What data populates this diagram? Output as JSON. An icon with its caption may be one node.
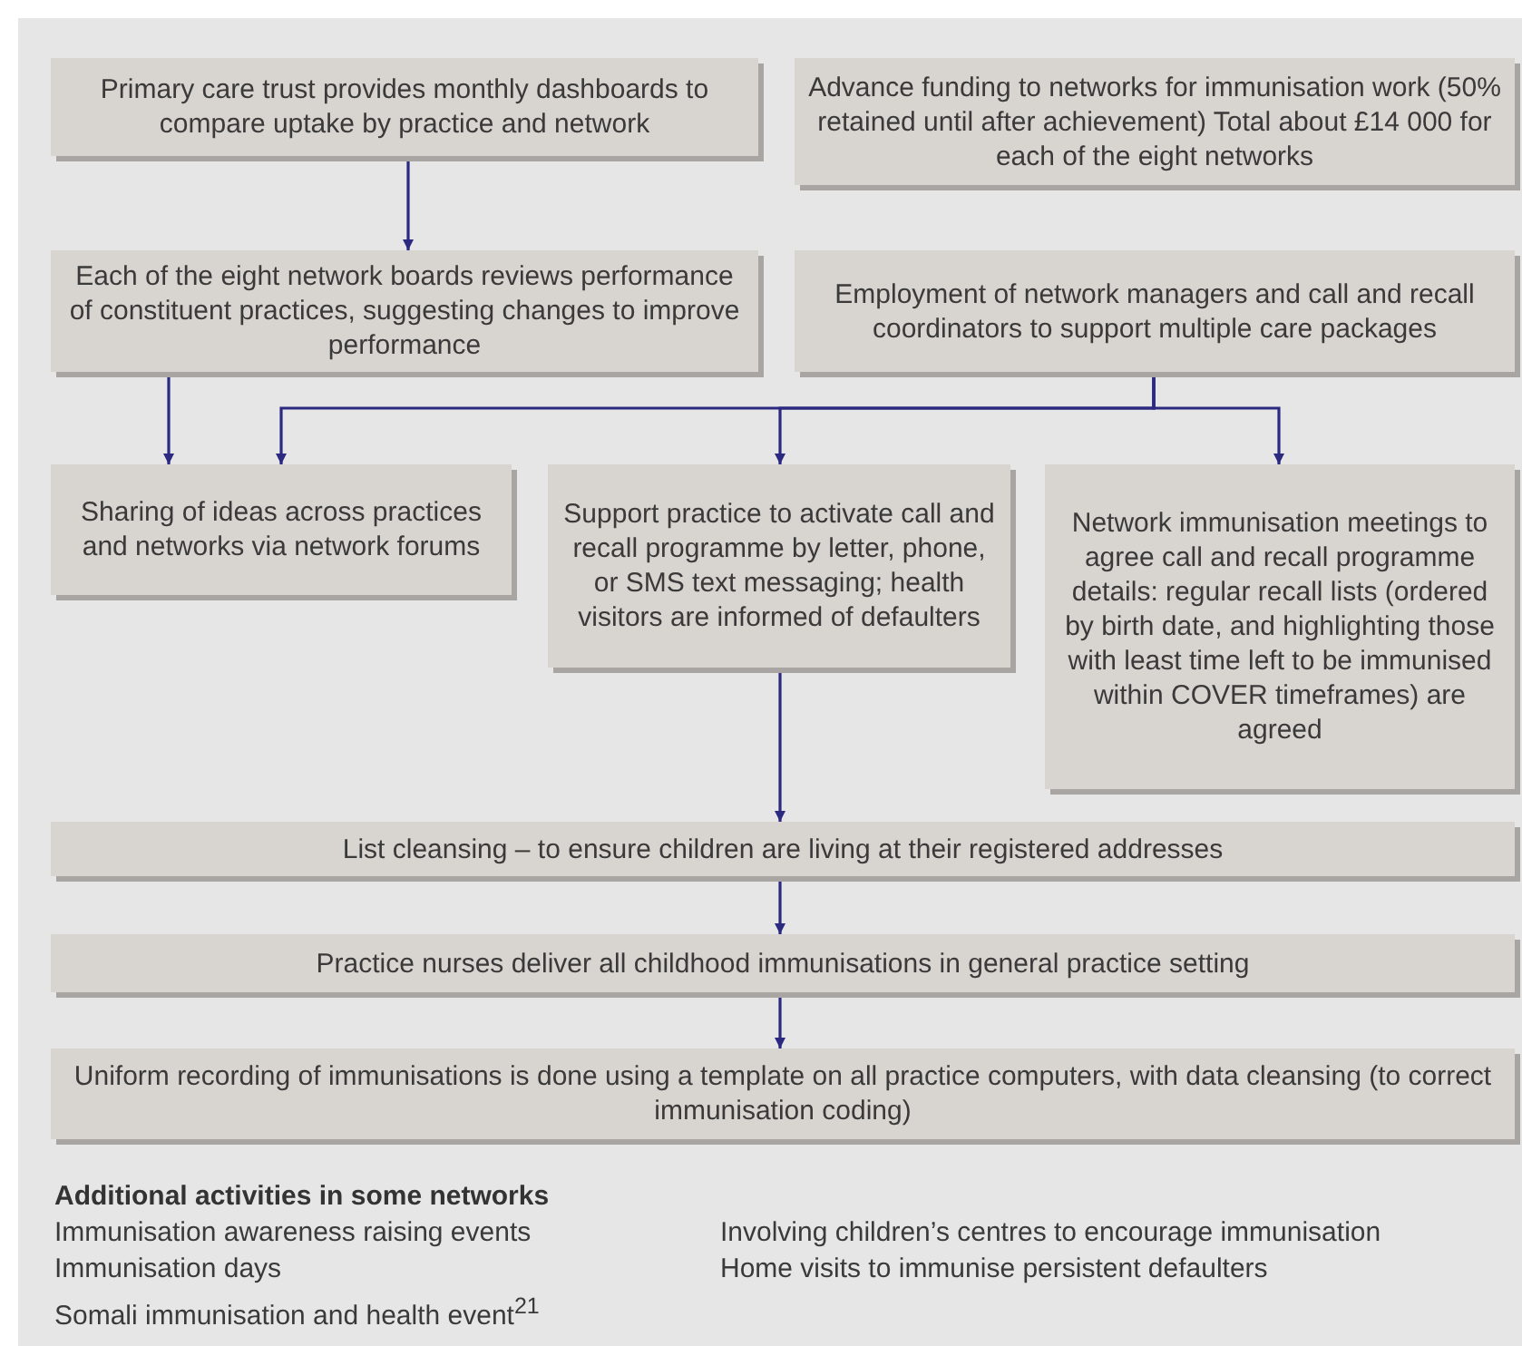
{
  "diagram": {
    "nodes": [
      {
        "text": [
          "Primary care trust provides monthly dashboards to compare uptake by practice and network"
        ]
      },
      {
        "text": [
          "Advance funding to networks for immunisation work (50% retained until after achievement) Total about £14 000 for each of the eight networks"
        ]
      },
      {
        "text": [
          "Each of the eight network boards reviews performance of constituent practices, suggesting changes to improve performance"
        ]
      },
      {
        "text": [
          "Employment of network managers and call and recall coordinators to support multiple care packages"
        ]
      },
      {
        "text": [
          "Sharing of ideas across practices and networks via network forums"
        ]
      },
      {
        "text": [
          "Support practice to activate call and recall programme by letter, phone, or SMS text messaging; health visitors are informed of defaulters"
        ]
      },
      {
        "text": [
          "Network immunisation meetings to agree call and recall programme details: regular recall lists (ordered by birth date, and highlighting those with least time left to be immunised within COVER timeframes) are agreed"
        ]
      },
      {
        "text": [
          "List cleansing – to ensure children are living at their registered addresses"
        ]
      },
      {
        "text": [
          "Practice nurses deliver all childhood immunisations in general practice setting"
        ]
      },
      {
        "text": [
          "Uniform recording of immunisations is done using a template on all practice computers, with data cleansing (to correct immunisation coding)"
        ]
      }
    ],
    "edges": [
      {
        "from": 0,
        "to": 2,
        "arrow": "to"
      },
      {
        "from": 2,
        "to": 4,
        "arrow": "to"
      },
      {
        "from": 3,
        "to": 4,
        "arrow": "to"
      },
      {
        "from": 3,
        "to": 5,
        "arrow": "to"
      },
      {
        "from": 3,
        "to": 6,
        "arrow": "to"
      },
      {
        "from": 5,
        "to": 7,
        "arrow": "to"
      },
      {
        "from": 7,
        "to": 8,
        "arrow": "to"
      },
      {
        "from": 8,
        "to": 9,
        "arrow": "to"
      }
    ],
    "labels": [
      "Additional activities in some networks",
      "Immunisation awareness raising events",
      "Involving children’s centres to encourage immunisation",
      "Immunisation days",
      "Home visits to immunise persistent defaulters",
      "Somali immunisation and health event$^{21}$"
    ]
  }
}
